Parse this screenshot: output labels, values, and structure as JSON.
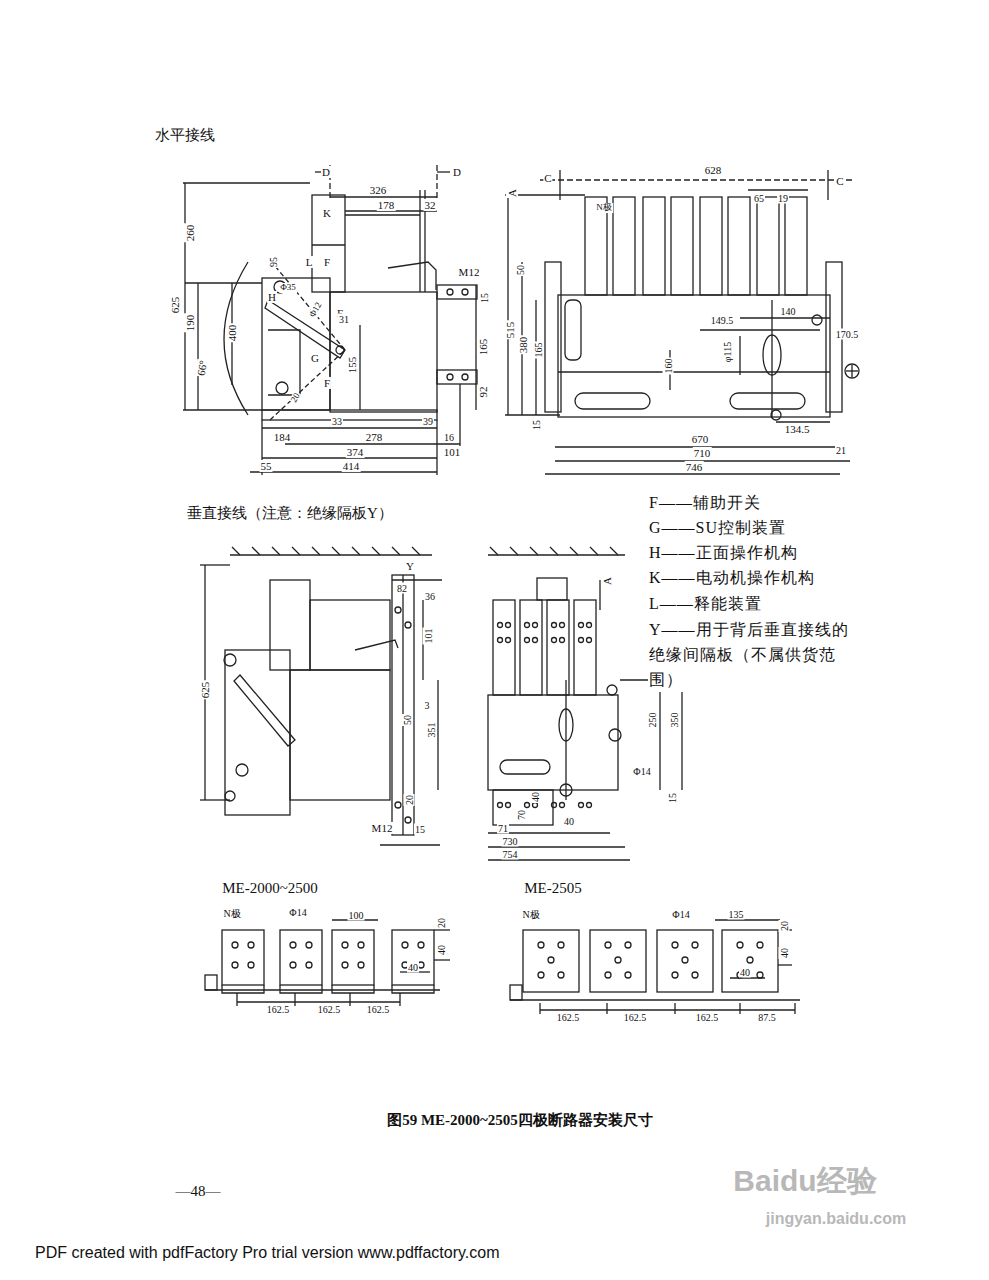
{
  "diagram": {
    "caption": "图59 ME-2000~2505四极断路器安装尺寸",
    "labels": [
      "水平接线",
      "D",
      "D",
      "326",
      "178",
      "32",
      "K",
      "260",
      "L",
      "F",
      "95",
      "H",
      "Φ35",
      "625",
      "190",
      "Φ12",
      "F",
      "M12",
      "15",
      "31",
      "400",
      "G",
      "66°",
      "165",
      "155",
      "F",
      "92",
      "20",
      "33",
      "39",
      "184",
      "278",
      "16",
      "374",
      "101",
      "55",
      "414",
      "C",
      "628",
      "C",
      "A",
      "N极",
      "65",
      "19",
      "50",
      "515",
      "380",
      "165",
      "149.5",
      "140",
      "170.5",
      "φ115",
      "160",
      "15",
      "134.5",
      "670",
      "710",
      "746",
      "21",
      "垂直接线（注意：绝缘隔板Y）",
      "F——辅助开关",
      "G——SU控制装置",
      "H——正面操作机构",
      "K——电动机操作机构",
      "L——释能装置",
      "Y——用于背后垂直接线的绝缘间隔板（不属供货范围）",
      "Y",
      "82",
      "36",
      "101",
      "625",
      "3",
      "50",
      "351",
      "20",
      "M12",
      "15",
      "A",
      "250",
      "350",
      "Φ14",
      "15",
      "40",
      "40",
      "70",
      "71",
      "730",
      "754",
      "ME-2000~2500",
      "ME-2505",
      "N极",
      "Φ14",
      "100",
      "20",
      "40",
      "40",
      "162.5",
      "162.5",
      "162.5",
      "N极",
      "Φ14",
      "135",
      "20",
      "40",
      "40",
      "162.5",
      "162.5",
      "162.5",
      "87.5",
      "—48—",
      "Baidu经验",
      "jingyan.baidu.com",
      "PDF created with pdfFactory Pro trial version www.pdffactory.com"
    ]
  }
}
